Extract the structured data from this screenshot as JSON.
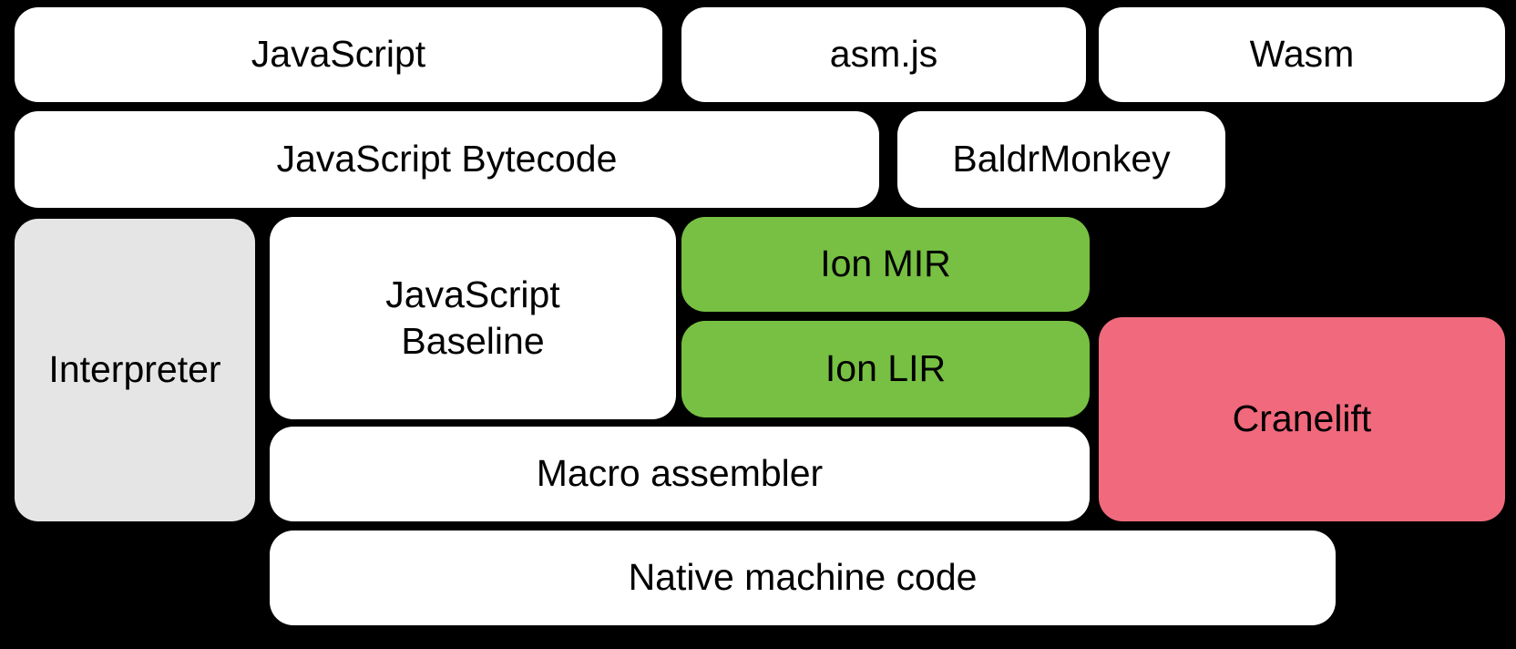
{
  "diagram": {
    "background_color": "#000000",
    "text_color": "#000000",
    "node_colors": {
      "default": "#ffffff",
      "interpreter_gray": "#e5e5e5",
      "ion_green": "#77c043",
      "cranelift_pink": "#f0697c"
    },
    "nodes": [
      {
        "id": "javascript",
        "label": "JavaScript",
        "color": "#ffffff"
      },
      {
        "id": "asmjs",
        "label": "asm.js",
        "color": "#ffffff"
      },
      {
        "id": "wasm",
        "label": "Wasm",
        "color": "#ffffff"
      },
      {
        "id": "js-bytecode",
        "label": "JavaScript Bytecode",
        "color": "#ffffff"
      },
      {
        "id": "baldrmonkey",
        "label": "BaldrMonkey",
        "color": "#ffffff"
      },
      {
        "id": "interpreter",
        "label": "Interpreter",
        "color": "#e5e5e5"
      },
      {
        "id": "js-baseline",
        "label": "JavaScript Baseline",
        "color": "#ffffff"
      },
      {
        "id": "ion-mir",
        "label": "Ion MIR",
        "color": "#77c043"
      },
      {
        "id": "ion-lir",
        "label": "Ion LIR",
        "color": "#77c043"
      },
      {
        "id": "cranelift",
        "label": "Cranelift",
        "color": "#f0697c"
      },
      {
        "id": "macro-assembler",
        "label": "Macro assembler",
        "color": "#ffffff"
      },
      {
        "id": "native-machine-code",
        "label": "Native machine code",
        "color": "#ffffff"
      }
    ]
  }
}
